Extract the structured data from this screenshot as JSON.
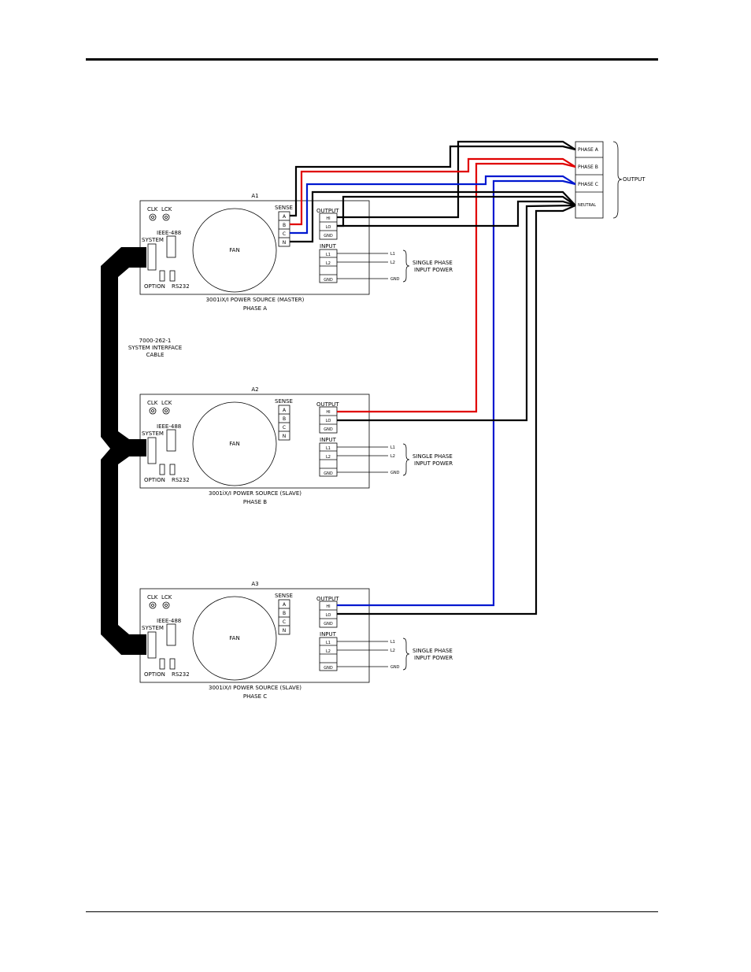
{
  "colors": {
    "black": "#000000",
    "red": "#e00000",
    "blue": "#0018d0"
  },
  "cable": {
    "line1": "7000-262-1",
    "line2": "SYSTEM INTERFACE",
    "line3": "CABLE"
  },
  "output_block": {
    "label": "OUTPUT",
    "rows": [
      "PHASE A",
      "PHASE B",
      "PHASE C",
      "NEUTRAL"
    ]
  },
  "units": [
    {
      "id": "A1",
      "clk": "CLK",
      "lck": "LCK",
      "ieee": "IEEE-488",
      "system": "SYSTEM",
      "option": "OPTION",
      "rs232": "RS232",
      "fan": "FAN",
      "sense_label": "SENSE",
      "sense": [
        "A",
        "B",
        "C",
        "N"
      ],
      "output_label": "OUTPUT",
      "output": [
        "HI",
        "LO",
        "GND"
      ],
      "input_label": "INPUT",
      "input": [
        "L1",
        "L2",
        "",
        "GND"
      ],
      "input_wires": [
        "L1",
        "L2",
        "GND"
      ],
      "power_label1": "SINGLE  PHASE",
      "power_label2": "INPUT  POWER",
      "caption1": "3001iX/I  POWER  SOURCE  (MASTER)",
      "caption2": "PHASE  A"
    },
    {
      "id": "A2",
      "clk": "CLK",
      "lck": "LCK",
      "ieee": "IEEE-488",
      "system": "SYSTEM",
      "option": "OPTION",
      "rs232": "RS232",
      "fan": "FAN",
      "sense_label": "SENSE",
      "sense": [
        "A",
        "B",
        "C",
        "N"
      ],
      "output_label": "OUTPUT",
      "output": [
        "HI",
        "LO",
        "GND"
      ],
      "input_label": "INPUT",
      "input": [
        "L1",
        "L2",
        "",
        "GND"
      ],
      "input_wires": [
        "L1",
        "L2",
        "GND"
      ],
      "power_label1": "SINGLE  PHASE",
      "power_label2": "INPUT  POWER",
      "caption1": "3001iX/I  POWER  SOURCE  (SLAVE)",
      "caption2": "PHASE  B"
    },
    {
      "id": "A3",
      "clk": "CLK",
      "lck": "LCK",
      "ieee": "IEEE-488",
      "system": "SYSTEM",
      "option": "OPTION",
      "rs232": "RS232",
      "fan": "FAN",
      "sense_label": "SENSE",
      "sense": [
        "A",
        "B",
        "C",
        "N"
      ],
      "output_label": "OUTPUT",
      "output": [
        "HI",
        "LO",
        "GND"
      ],
      "input_label": "INPUT",
      "input": [
        "L1",
        "L2",
        "",
        "GND"
      ],
      "input_wires": [
        "L1",
        "L2",
        "GND"
      ],
      "power_label1": "SINGLE  PHASE",
      "power_label2": "INPUT  POWER",
      "caption1": "3001iX/I  POWER  SOURCE  (SLAVE)",
      "caption2": "PHASE  C"
    }
  ]
}
